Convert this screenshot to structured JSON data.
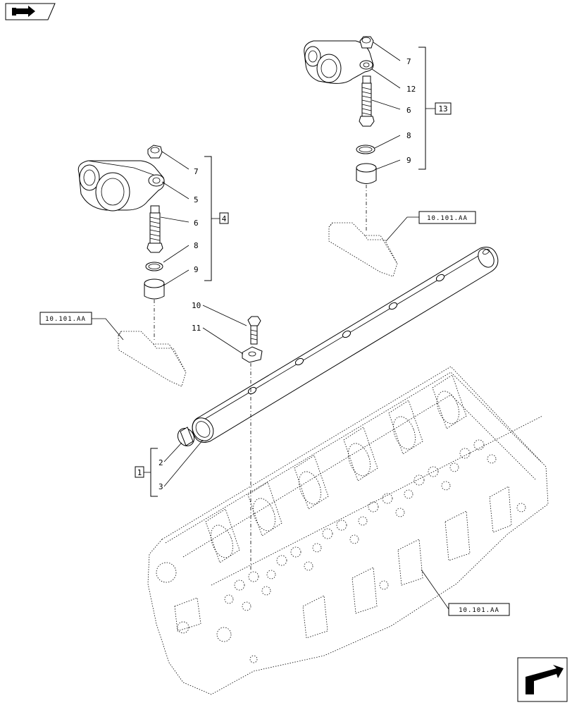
{
  "callouts": {
    "c2": "2",
    "c3": "3",
    "c5": "5",
    "c6a": "6",
    "c6b": "6",
    "c7a": "7",
    "c7b": "7",
    "c8a": "8",
    "c8b": "8",
    "c9a": "9",
    "c9b": "9",
    "c10": "10",
    "c11": "11",
    "c12": "12"
  },
  "groups": {
    "g1": "1",
    "g4": "4",
    "g13": "13"
  },
  "refs": {
    "ref_left": "10.101.AA",
    "ref_right": "10.101.AA",
    "ref_head": "10.101.AA"
  },
  "icons": {
    "top_left": "folder-arrow-icon",
    "bottom_right": "next-page-arrow-icon"
  }
}
